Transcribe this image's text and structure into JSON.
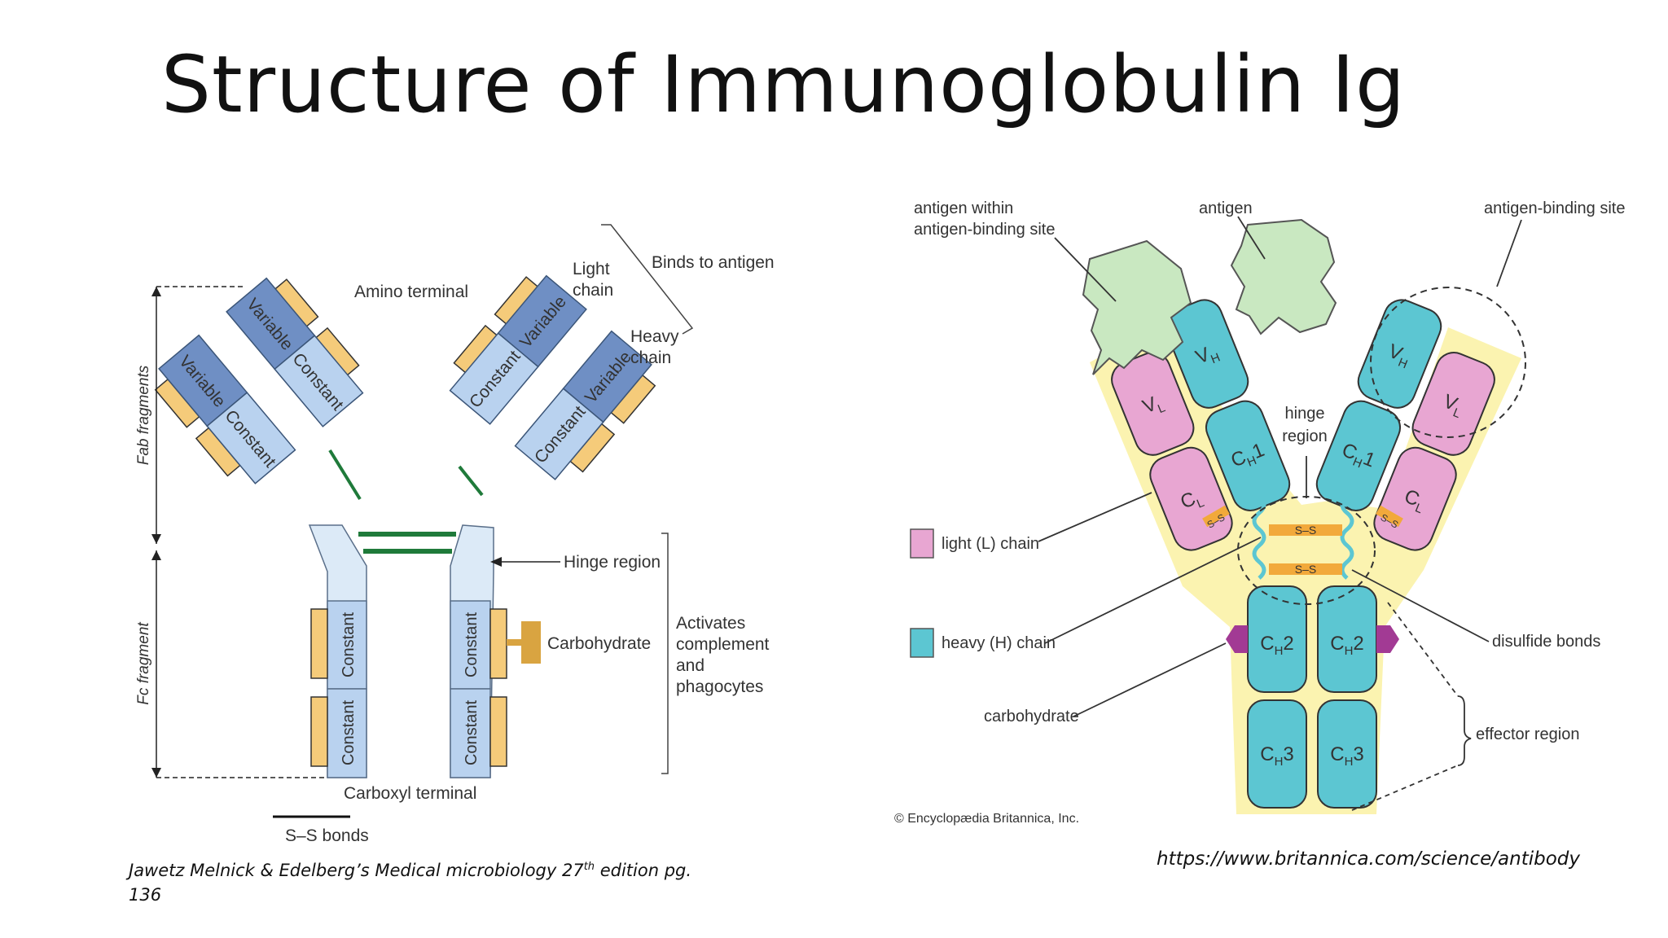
{
  "slide": {
    "title": "Structure of Immunoglobulin Ig"
  },
  "left_diagram": {
    "labels": {
      "amino_terminal": "Amino terminal",
      "light_chain_1": "Light",
      "light_chain_2": "chain",
      "binds_to_antigen": "Binds to antigen",
      "heavy_chain_1": "Heavy",
      "heavy_chain_2": "chain",
      "fab_fragments": "Fab fragments",
      "fc_fragment": "Fc fragment",
      "hinge_region": "Hinge region",
      "carbohydrate": "Carbohydrate",
      "activates_1": "Activates",
      "activates_2": "complement",
      "activates_3": "and",
      "activates_4": "phagocytes",
      "carboxyl_terminal": "Carboxyl terminal",
      "ss_bonds": "S–S bonds"
    },
    "domains": {
      "variable": "Variable",
      "constant": "Constant"
    },
    "colors": {
      "variable": "#6f8fc4",
      "constant": "#b9d2ef",
      "heavy_stem": "#dceaf7",
      "tab": "#f5cb7a",
      "carb": "#d9a441",
      "bond": "#1f7a3a"
    },
    "citation": {
      "text_before": "Jawetz Melnick & Edelberg’s Medical  microbiology 27",
      "superscript": "th",
      "text_after": " edition  pg.",
      "line2": "136"
    }
  },
  "right_diagram": {
    "labels": {
      "antigen_within_1": "antigen within",
      "antigen_within_2": "antigen-binding site",
      "antigen": "antigen",
      "antigen_binding_site": "antigen-binding site",
      "hinge_1": "hinge",
      "hinge_2": "region",
      "light_chain": "light (L) chain",
      "heavy_chain": "heavy (H) chain",
      "carbohydrate": "carbohydrate",
      "disulfide_bonds": "disulfide bonds",
      "effector_region": "effector region",
      "copyright": "© Encyclopædia Britannica, Inc.",
      "ss": "S–S"
    },
    "domains": {
      "vl": "V",
      "vl_sub": "L",
      "vh": "V",
      "vh_sub": "H",
      "cl": "C",
      "cl_sub": "L",
      "ch1": "C",
      "ch1_sub": "H",
      "ch1_num": "1",
      "ch2": "C",
      "ch2_sub": "H",
      "ch2_num": "2",
      "ch3": "C",
      "ch3_sub": "H",
      "ch3_num": "3"
    },
    "colors": {
      "light": "#e8a6d2",
      "heavy": "#5cc6d2",
      "glow": "#fbf3b0",
      "antigen": "#c9e8c1",
      "carb": "#a23a94",
      "bond": "#f2a93b"
    },
    "source": "https://www.britannica.com/science/antibody"
  }
}
